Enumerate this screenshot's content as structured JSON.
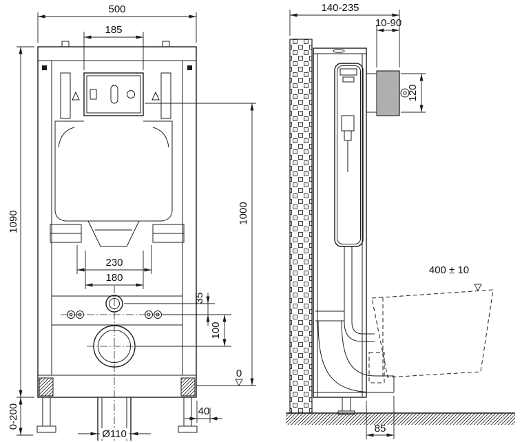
{
  "front_view": {
    "width": "500",
    "plate_width": "185",
    "height": "1090",
    "feet_range": "0-200",
    "flush_axis_height": "1000",
    "bracket_spacing": "230",
    "stud_spacing": "180",
    "offset_35": "35",
    "offset_100": "100",
    "datum": "0",
    "edge_offset": "40",
    "drain_diameter": "Ø110"
  },
  "side_view": {
    "depth_range": "140-235",
    "finish_thickness": "10-90",
    "plate_height": "120",
    "bowl_height": "400 ± 10",
    "outlet_offset": "85"
  }
}
